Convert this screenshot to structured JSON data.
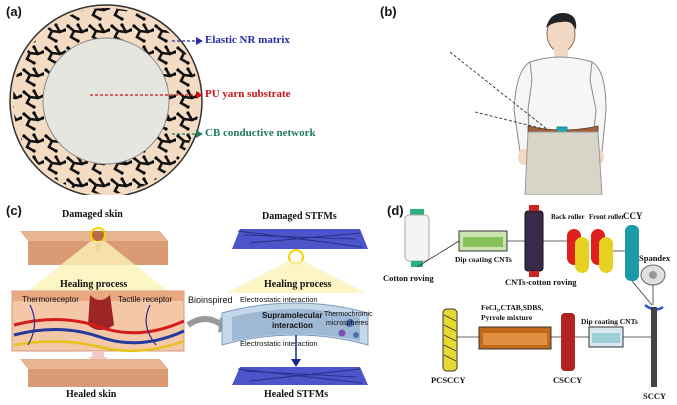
{
  "panel_a": {
    "label": "(a)",
    "annotations": {
      "matrix": "Elastic NR matrix",
      "substrate": "PU yarn substrate",
      "network": "CB conductive network"
    },
    "colors": {
      "matrix": "#2a2aa6",
      "substrate": "#cc1111",
      "network": "#1d7a5c"
    }
  },
  "panel_b": {
    "label": "(b)"
  },
  "panel_c": {
    "label": "(c)",
    "damaged_skin": "Damaged skin",
    "healing_left": "Healing process",
    "thermoreceptor": "Thermoreceptor",
    "tactile": "Tactile receptor",
    "bioinspired": "Bioinspired",
    "healed_skin": "Healed skin",
    "damaged_stfm": "Damaged STFMs",
    "healing_right": "Healing process",
    "electro_top": "Electrostatic interaction",
    "supra_1": "Supramolecular",
    "supra_2": "interaction",
    "thermo_1": "Thermochromic",
    "thermo_2": "microspheres",
    "electro_bottom": "Electrostatic interaction",
    "healed_stfm": "Healed STFMs"
  },
  "panel_d": {
    "label": "(d)",
    "cotton_roving": "Cotton roving",
    "dip_cnts": "Dip coating CNTs",
    "cnts_cotton": "CNTs-cotton roving",
    "back_roller": "Back roller",
    "front_roller": "Front roller",
    "ccy": "CCY",
    "spandex": "Spandex",
    "mixture_1": "FeCl₃,CTAB,SDBS,",
    "mixture_2": "Pyrrole  mixture",
    "dip_cnts_2": "Dip coating CNTs",
    "pcsccy": "PCSCCY",
    "csccy": "CSCCY",
    "sccy": "SCCY"
  }
}
